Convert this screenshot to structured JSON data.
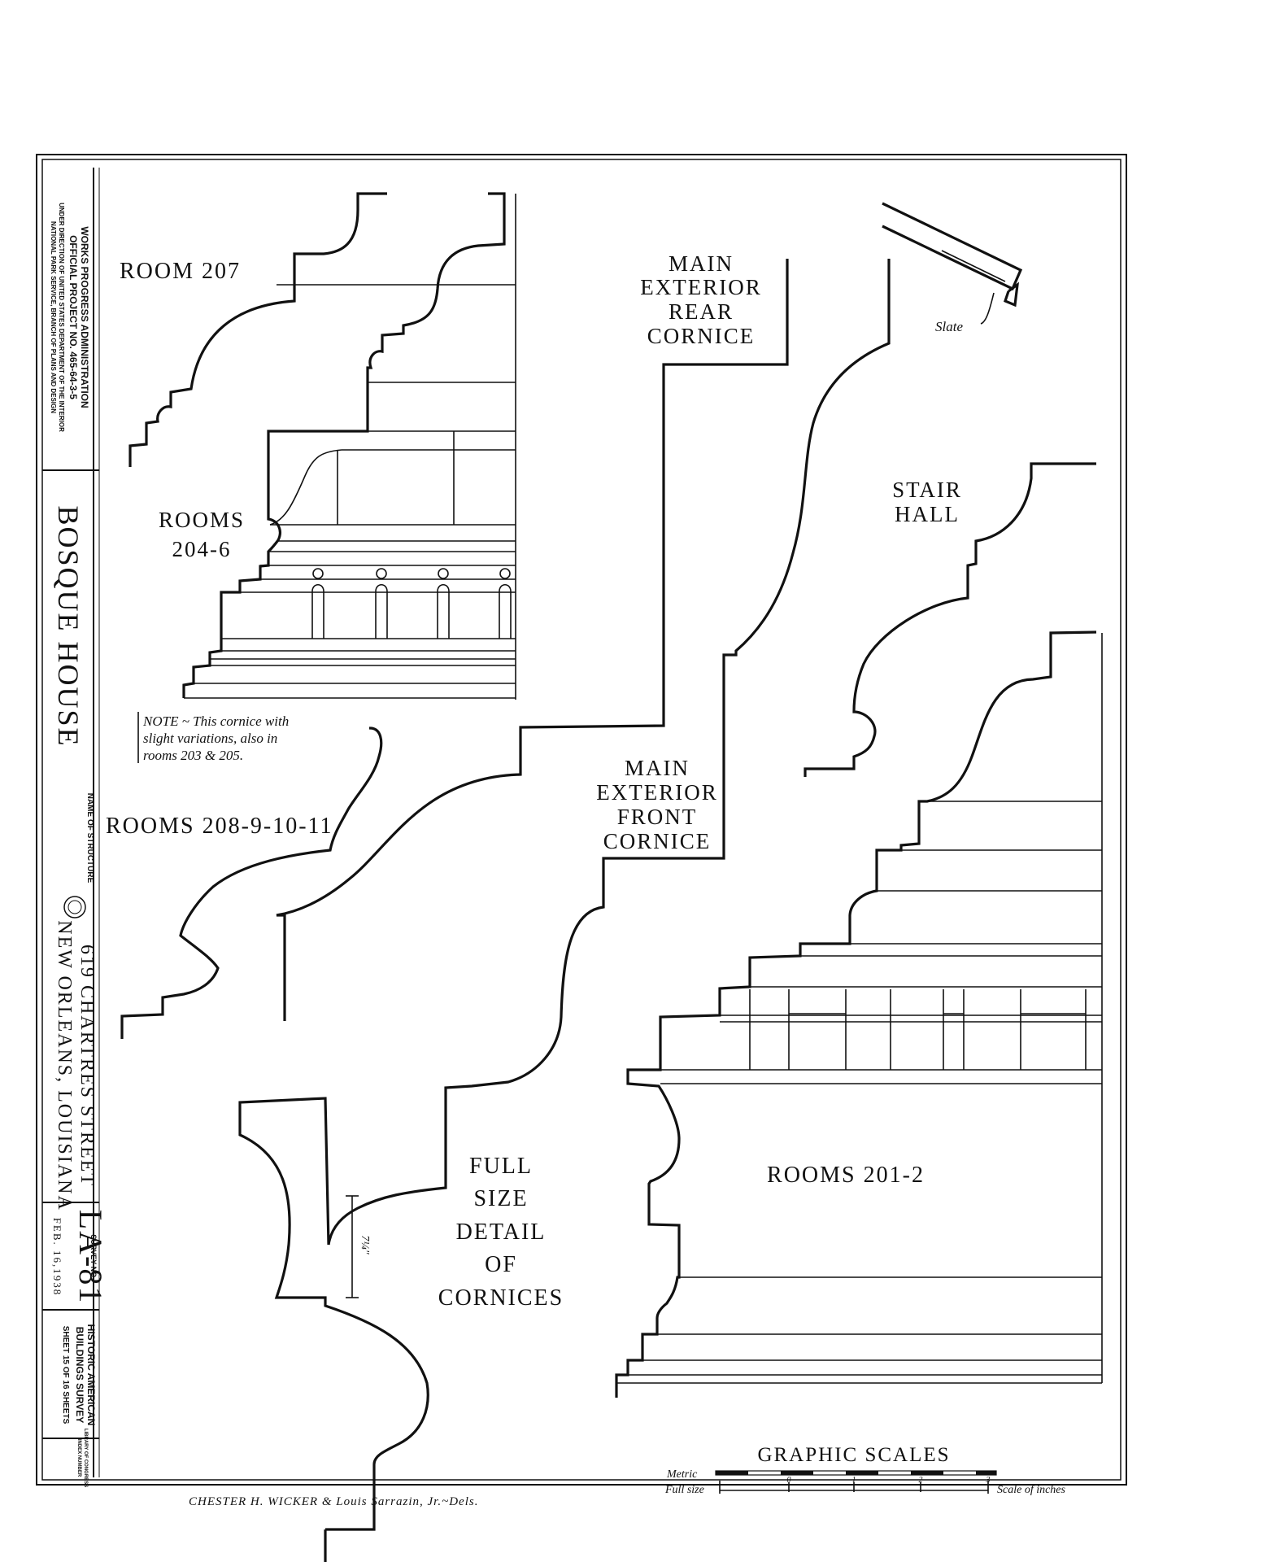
{
  "title_block": {
    "agency": [
      "WORKS PROGRESS ADMINISTRATION",
      "OFFICIAL PROJECT NO. 465-64-3-5",
      "UNDER DIRECTION OF UNITED STATES DEPARTMENT OF THE INTERIOR",
      "NATIONAL PARK SERVICE, BRANCH OF PLANS AND DESIGN"
    ],
    "structure_name": "BOSQUE HOUSE",
    "structure_name_caption": "NAME OF STRUCTURE",
    "address_line1": "619 CHARTRES STREET",
    "address_line2": "NEW ORLEANS, LOUISIANA",
    "survey_no_caption": "SURVEY NO.",
    "survey_no": "LA-81",
    "date": "FEB. 16,1938",
    "survey_name": [
      "HISTORIC AMERICAN",
      "BUILDINGS SURVEY"
    ],
    "sheet": "SHEET 15 OF 16 SHEETS",
    "index_caption": [
      "LIBRARY OF CONGRESS",
      "INDEX NUMBER"
    ]
  },
  "labels": {
    "room_207": "ROOM 207",
    "rooms_204": [
      "ROOMS",
      "204-6"
    ],
    "rear_cornice": [
      "MAIN",
      "EXTERIOR",
      "REAR",
      "CORNICE"
    ],
    "slate": "Slate",
    "stair_hall": [
      "STAIR",
      "HALL"
    ],
    "note": [
      "NOTE ~ This cornice with",
      "slight variations, also in",
      "rooms 203 & 205."
    ],
    "rooms_208": "ROOMS 208-9-10-11",
    "front_cornice": [
      "MAIN",
      "EXTERIOR",
      "FRONT",
      "CORNICE"
    ],
    "full_size": [
      "FULL",
      "SIZE",
      "DETAIL",
      "OF",
      "CORNICES"
    ],
    "rooms_201": "ROOMS 201-2",
    "dimension": "7¼\""
  },
  "scales": {
    "title": "GRAPHIC SCALES",
    "metric_label": "Metric",
    "full_size_label": "Full size",
    "ticks": [
      "0",
      "1",
      "2",
      "3"
    ],
    "units": "Scale of inches"
  },
  "delineators": "CHESTER H. WICKER & Louis Sarrazin, Jr.~Dels."
}
